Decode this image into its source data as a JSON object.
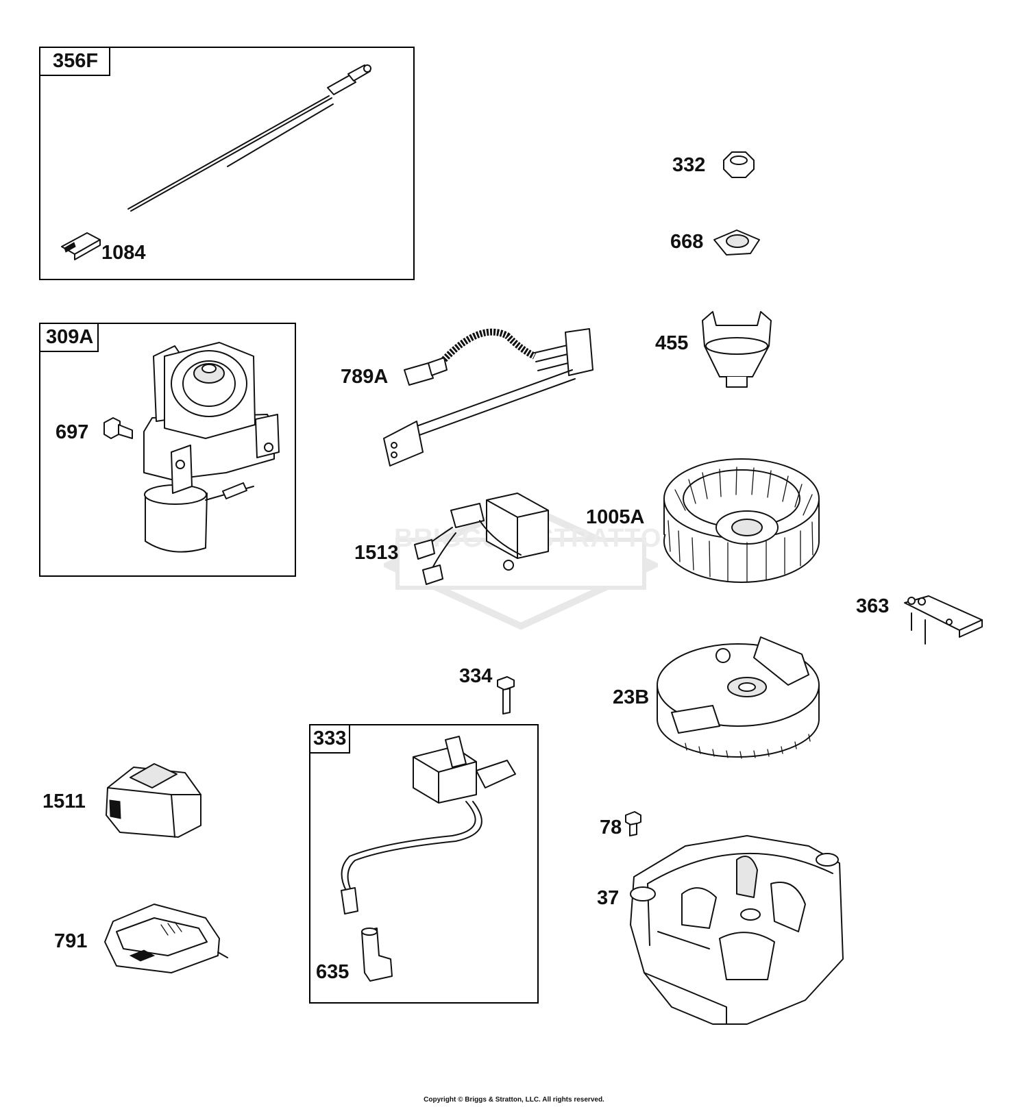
{
  "diagram": {
    "watermark_brand": "BRIGGS & STRATTON",
    "groups": {
      "g356F": "356F",
      "g309A": "309A",
      "g333": "333"
    },
    "parts": {
      "p1084": "1084",
      "p697": "697",
      "p789A": "789A",
      "p1513": "1513",
      "p332": "332",
      "p668": "668",
      "p455": "455",
      "p1005A": "1005A",
      "p363": "363",
      "p334": "334",
      "p23B": "23B",
      "p1511": "1511",
      "p791": "791",
      "p635": "635",
      "p78": "78",
      "p37": "37"
    },
    "copyright": "Copyright © Briggs & Stratton, LLC. All rights reserved."
  }
}
